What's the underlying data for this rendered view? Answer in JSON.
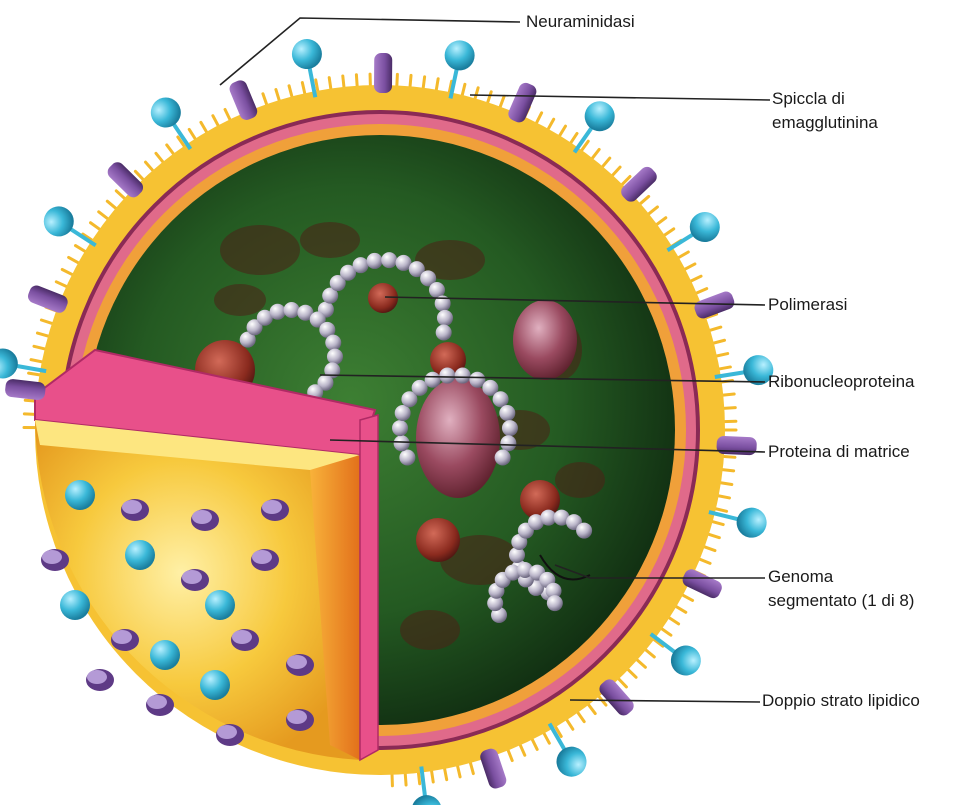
{
  "labels": {
    "neuraminidasi": "Neuraminidasi",
    "spiccola_line1": "Spiccla di",
    "spiccola_line2": "emagglutinina",
    "polimerasi": "Polimerasi",
    "ribonucleoproteina": "Ribonucleoproteina",
    "proteina_matrice": "Proteina di matrice",
    "genoma_line1": "Genoma",
    "genoma_line2": "segmentato (1 di 8)",
    "doppio_strato": "Doppio strato lipidico"
  },
  "colors": {
    "lipid_yellow": "#f6c233",
    "lipid_orange": "#f08f22",
    "matrix_pink": "#e8508a",
    "inner_green": "#2f6a2a",
    "hemagglutinin_purple": "#7a4fa0",
    "neuraminidase_cyan": "#3ab8d8",
    "leader": "#222222"
  }
}
